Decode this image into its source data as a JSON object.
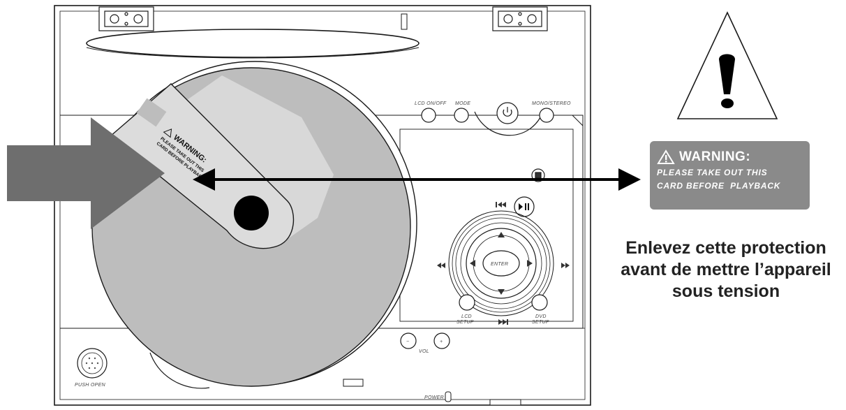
{
  "device": {
    "labels": {
      "lcd_on_off": "LCD ON/OFF",
      "mode": "MODE",
      "mono_stereo": "MONO/STEREO",
      "enter": "ENTER",
      "lcd_setup": [
        "LCD",
        "SETUP"
      ],
      "dvd_setup": [
        "DVD",
        "SETUP"
      ],
      "vol": "VOL",
      "vol_minus": "−",
      "vol_plus": "+",
      "push_open": "PUSH OPEN",
      "power": "POWER"
    },
    "protection_card": {
      "title": "WARNING:",
      "line1": "PLEASE TAKE OUT THIS",
      "line2": "CARD BEFORE PLAYBACK"
    }
  },
  "warning_label": {
    "title": "WARNING:",
    "line1": "PLEASE TAKE OUT THIS",
    "line2": "CARD BEFORE  PLAYBACK"
  },
  "french_note": {
    "line1": "Enlevez cette protection",
    "line2": "avant de mettre l’appareil",
    "line3": "sous tension"
  },
  "colors": {
    "disc": "#bdbdbd",
    "card": "#dcdcdc",
    "pointer_arrow": "#6e6e6e",
    "warning_panel": "#8a8a8a",
    "outline": "#1a1a1a"
  }
}
